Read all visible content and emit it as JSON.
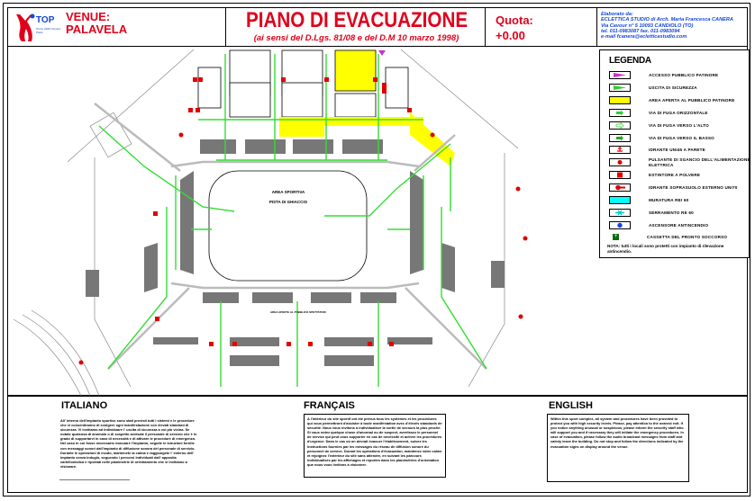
{
  "header": {
    "logo_text": "TOP",
    "logo_subtext": "Torino 2006 Olympic Parks",
    "venue_label": "VENUE:",
    "venue_name": "PALAVELA",
    "title": "PIANO DI EVACUAZIONE",
    "subtitle": "(ai sensi del D.Lgs. 81/08 e del D.M 10 marzo 1998)",
    "quota_label": "Quota:",
    "quota_value": "+0.00",
    "contact": {
      "line1": "Elaborato da:",
      "line2": "ECLETTICA STUDIO di Arch. Maria Francesca CANERA",
      "line3": "Via Cavour n° 5 10093 CANDIOLO (TO)",
      "line4": "tel. 011-0983087 fax. 011-0983094",
      "line5": "e-mail fcanera@ecletticastudio.com"
    }
  },
  "plan": {
    "area_label_1": "AREA SPORTIVA",
    "area_label_2": "PISTA DI GHIACCIO",
    "corridor_label": "AREA APERTA AL PUBBLICO SPETTATORI"
  },
  "legend": {
    "title": "LEGENDA",
    "items": [
      {
        "label": "ACCESSO PUBBLICO PATINORE",
        "icon": "magenta-flag-icon",
        "color": "#cc33cc"
      },
      {
        "label": "USCITA DI SICUREZZA",
        "icon": "green-flag-icon",
        "color": "#33cc33"
      },
      {
        "label": "AREA APERTA AL PUBBLICO PATINORE",
        "icon": "yellow-area-icon",
        "color": "#ffff00"
      },
      {
        "label": "VIA DI FUGA ORIZZONTALE",
        "icon": "arrow-right-icon",
        "color": "#33cc33"
      },
      {
        "label": "VIA DI FUGA VERSO L'ALTO",
        "icon": "arrow-up-outline-icon",
        "color": "#66ee66"
      },
      {
        "label": "VIA DI FUGA VERSO IL BASSO",
        "icon": "arrow-down-icon",
        "color": "#33cc33"
      },
      {
        "label": "IDRANTE UNI45 A PARETE",
        "icon": "hydrant-icon",
        "color": "#e00000"
      },
      {
        "label": "PULSANTE DI SGANCIO DELL'ALIMENTAZIONE ELETTRICA",
        "icon": "power-switch-icon",
        "color": "#e00000"
      },
      {
        "label": "ESTINTORE A POLVERE",
        "icon": "extinguisher-icon",
        "color": "#e00000"
      },
      {
        "label": "IDRANTE SOPRASUOLO ESTERNO UNI70",
        "icon": "external-hydrant-icon",
        "color": "#e00000"
      },
      {
        "label": "MURATURA REI 60",
        "icon": "wall-icon",
        "color": "#00ffff"
      },
      {
        "label": "SERRAMENTO RE 60",
        "icon": "door-icon",
        "color": "#00ffff"
      },
      {
        "label": "ASCENSORE ANTINCENDIO",
        "icon": "elevator-icon",
        "color": "#1446d8"
      },
      {
        "label": "CASSETTA DEL PRONTO SOCCORSO",
        "icon": "first-aid-icon",
        "color": "#0a8a0a"
      }
    ],
    "note": "NOTA: tutti i locali sono protetti con impianto di rilevazione antincendio."
  },
  "instructions": {
    "italian": {
      "heading": "ITALIANO",
      "text": "All' interno dell'impianto sportivo sono stati previsti tutti i sistemi e le procedure che vi consentiranno di svolgere ogni manifestazione con elevati standard di sicurezza. Vi invitiamo ad individuare l' uscita di sicurezza a voi più vicina. Se notate qualcosa di anomalo o di sospetto avvisate il personale di servizio che è in grado di supportarvi in caso di necessità e di attivare le procedure di emergenza. Nel caso in cui fosse necessario evacuare l'impianto, seguite le istruzioni fornite con messaggi sonori dall'impianto di diffusione sonora del personale di servizio. Durante le operazioni di esodo, mantenete la calma e raggiungete l' esterno dell' impianto senza indugio, seguendo i percorsi individuati dall' apposita cartellonistica e riportati nelle planimetrie di orientamento che vi invitiamo a visionare."
    },
    "french": {
      "heading": "FRANÇAIS",
      "text": "A l'intérieur du site sportif ont été prévus tous les systèmes et les procédures qui vous permettront d'assister à toute manifestation avec d'élevés standards de sécurité. Nous vous invitons à individualiser la sortie de secours la plus proche. Si vous notez quelque chose d'anormal ou de suspect, avertissez le personnel de service qui peut vous supporter en cas de nécessité et activer les procédures d'urgence. Dans le cas où on devrait évacuer l'établissement, suivez les instructions fournies par les messages du réseau de diffusion sonore du personnel de service. Durant les opérations d'évacuation, maintenez votre calme et rejoignez l'extérieur du site sans attendre, en suivant les parcours individualisés par les affichages et reportés dans les planimétries d'orientation que nous vous invitons à visionner."
    },
    "english": {
      "heading": "ENGLISH",
      "text": "Within this sport complex, all system and procedures have been provided to protect you with high security levels. Please, pay attention to the nearest exit. If you notice anything unusual or suspicious, please inform the security staff who will support you and if necessary they will initiate the emergency procedures. In case of evacuation, please follow the audio broadcast messages from staff and calmly leave the building. Do not stop and follow the directions indicated by the evacuation signs on display around the venue."
    }
  }
}
